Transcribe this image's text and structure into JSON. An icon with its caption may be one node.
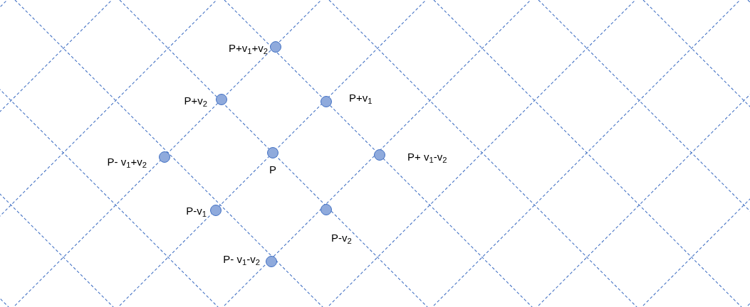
{
  "diagram": {
    "nodes": [
      {
        "text": [],
        "shape": "circle",
        "beside": [
          "P+v$_{1}$+v$_{2}$"
        ]
      },
      {
        "text": [],
        "shape": "circle",
        "beside": [
          "P+v$_{2}$"
        ]
      },
      {
        "text": [],
        "shape": "circle",
        "beside": [
          "P+v$_{1}$"
        ]
      },
      {
        "text": [],
        "shape": "circle",
        "beside": [
          "P- v$_{1}$+v$_{2}$"
        ]
      },
      {
        "text": [],
        "shape": "circle",
        "beside": [
          "P"
        ]
      },
      {
        "text": [],
        "shape": "circle",
        "beside": [
          "P+ v$_{1}$-v$_{2}$"
        ]
      },
      {
        "text": [],
        "shape": "circle",
        "beside": [
          "P-v$_{1}$"
        ]
      },
      {
        "text": [],
        "shape": "circle",
        "beside": [
          "P-v$_{2}$"
        ]
      },
      {
        "text": [],
        "shape": "circle",
        "beside": [
          "P- v$_{1}$-v$_{2}$"
        ]
      }
    ]
  }
}
